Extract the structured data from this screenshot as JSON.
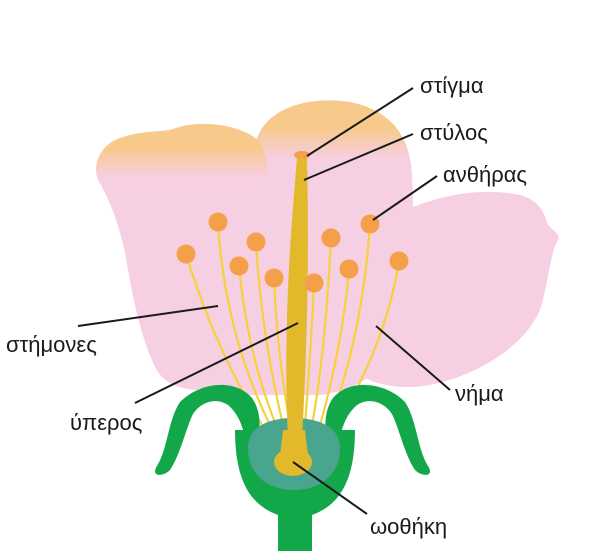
{
  "labels": {
    "stigma": "στίγμα",
    "style": "στύλος",
    "anther": "ανθήρας",
    "stamens": "στήμονες",
    "filament": "νήμα",
    "pistil": "ύπερος",
    "ovary": "ωοθήκη"
  },
  "colors": {
    "petal": "#f7cfe2",
    "petal_tip": "#f7c98a",
    "sepal": "#12a84a",
    "receptacle": "#4aa58e",
    "pistil": "#e2b92a",
    "anther": "#f4a04a",
    "filament": "#f6d23a",
    "line": "#1a1a1a"
  }
}
